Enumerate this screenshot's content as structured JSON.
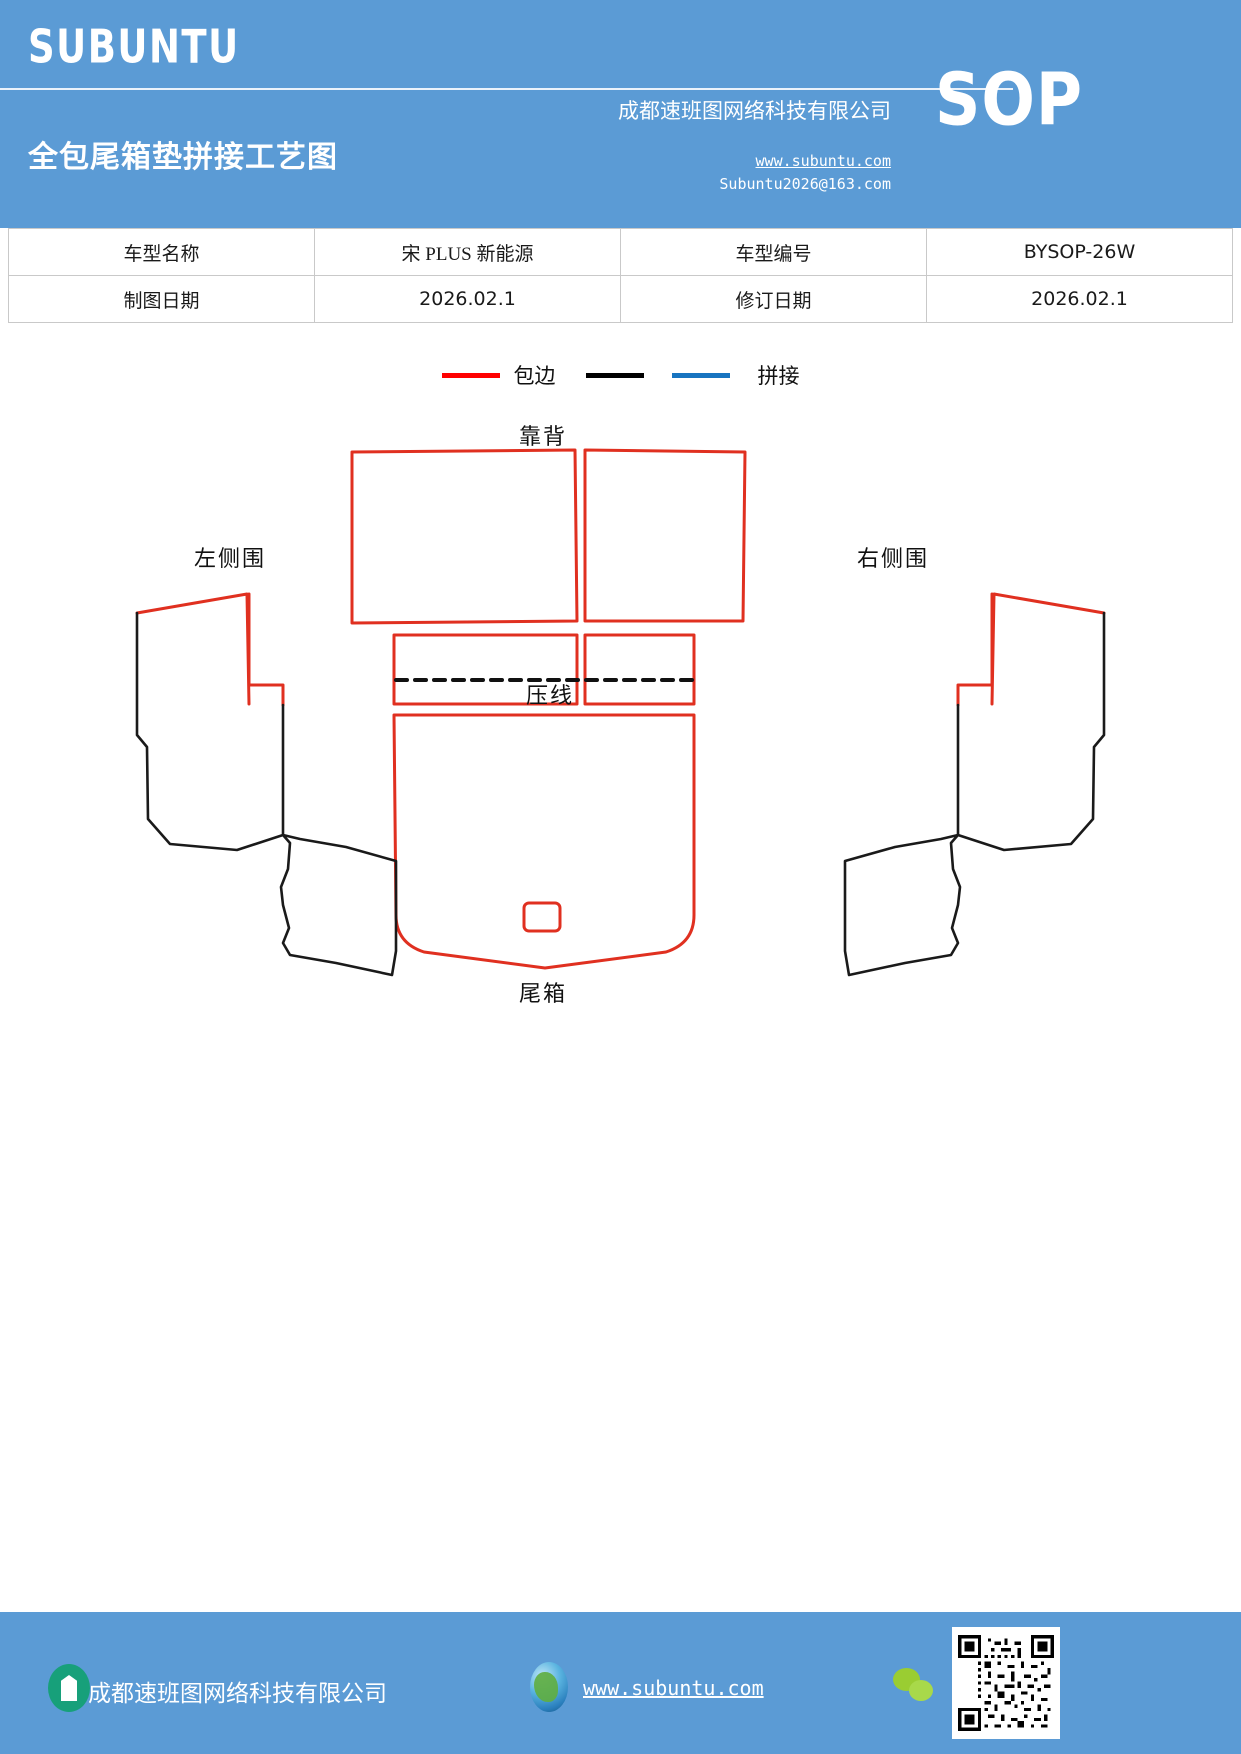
{
  "header": {
    "brand": "SUBUNTU",
    "doc_title": "全包尾箱垫拼接工艺图",
    "company": "成都速班图网络科技有限公司",
    "sop_badge": "SOP",
    "website": "www.subuntu.com",
    "email": "Subuntu2026@163.com",
    "bg_color": "#5B9BD5"
  },
  "info_table": {
    "rows": [
      {
        "label1": "车型名称",
        "value1": "宋 PLUS 新能源",
        "label2": "车型编号",
        "value2": "BYSOP-26W"
      },
      {
        "label1": "制图日期",
        "value1": "2026.02.1",
        "label2": "修订日期",
        "value2": "2026.02.1"
      }
    ]
  },
  "legend": {
    "items": [
      {
        "label": "包边",
        "color": "#FF0000",
        "icon": "red-line-swatch"
      },
      {
        "label": "拼接",
        "color": "#000000",
        "color2": "#1874C0",
        "icon": "black-blue-line-swatch"
      }
    ]
  },
  "diagram": {
    "labels": {
      "backrest": "靠背",
      "crease_line": "压线",
      "trunk": "尾箱",
      "left_side": "左侧围",
      "right_side": "右侧围"
    },
    "colors": {
      "binding_edge": "#E03020",
      "seam_black": "#1a1a1a",
      "seam_blue": "#1874C0"
    }
  },
  "footer": {
    "company": "成都速班图网络科技有限公司",
    "website": "www.subuntu.com",
    "icons": {
      "building": "building-icon",
      "globe": "globe-icon",
      "wechat": "wechat-icon",
      "qr": "qr-code"
    },
    "bg_color": "#5B9BD5"
  }
}
